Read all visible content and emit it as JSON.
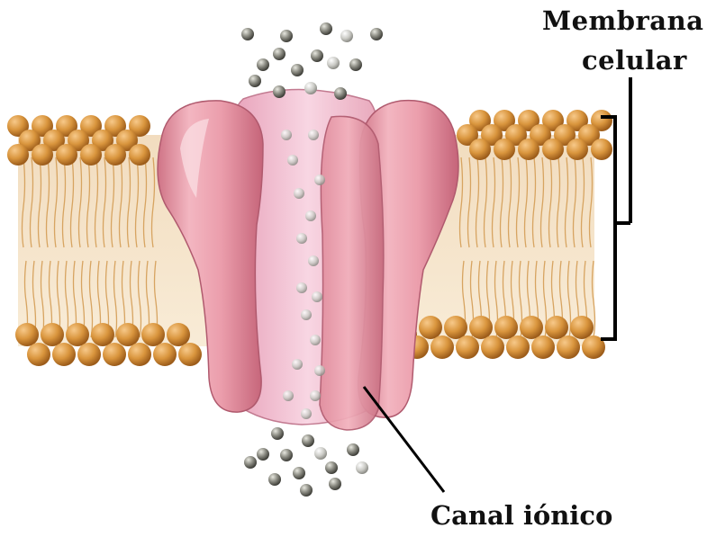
{
  "labels": {
    "membrane_line1": "Membrana",
    "membrane_line2": "celular",
    "channel": "Canal iónico"
  },
  "colors": {
    "background": "#ffffff",
    "lipid_head": "#d9953d",
    "lipid_head_dark": "#a8651f",
    "lipid_tail": "#e9c58c",
    "protein": "#ea9aa8",
    "protein_dark": "#c76b7c",
    "protein_light": "#f7c9d1",
    "pore": "#f4c0d6",
    "ion": "#8a8a80",
    "line": "#000000"
  }
}
